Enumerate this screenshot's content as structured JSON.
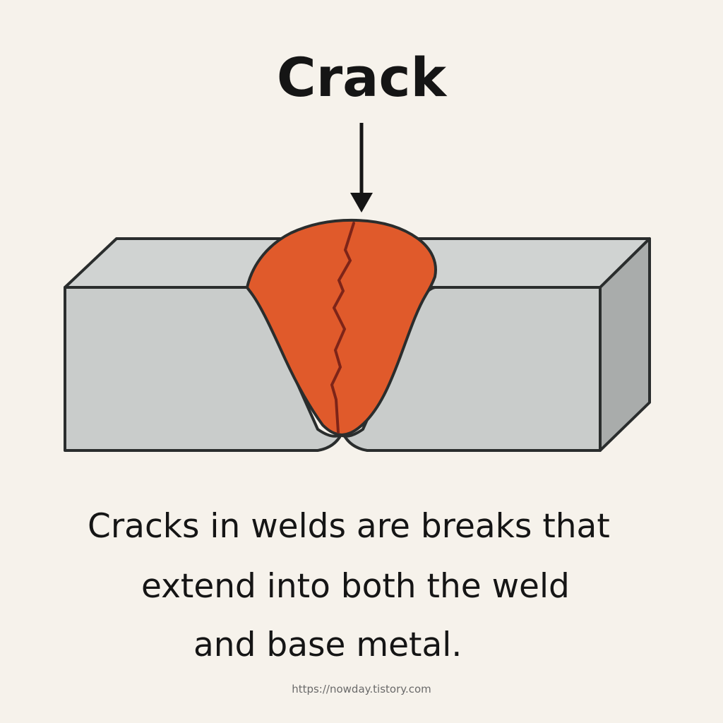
{
  "title": "Crack",
  "caption": {
    "line1": "Cracks in welds are breaks that",
    "line2": "extend into both the weld",
    "line3": "and base metal."
  },
  "source_url": "https://nowday.tistory.com",
  "colors": {
    "background": "#f6f2eb",
    "metal_face": "#c9cccb",
    "metal_top": "#d0d3d2",
    "metal_side": "#a9acab",
    "weld": "#e05a2b",
    "crack": "#7d2418",
    "outline": "#2a2d2d",
    "arrow": "#151515"
  }
}
